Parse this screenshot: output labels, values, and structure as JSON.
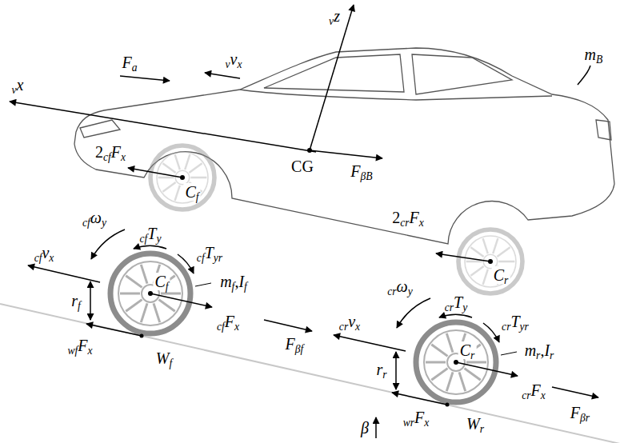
{
  "diagram": {
    "labels": [
      "vz",
      "Fa",
      "vvx",
      "vx",
      "2cfFx",
      "CG",
      "FβB",
      "Cf",
      "mB",
      "2crFx",
      "Cr",
      "cfωy",
      "cfTy",
      "cfTyr",
      "cfvx",
      "Cf",
      "mf,If",
      "crωy",
      "crTy",
      "crTyr",
      "crvx",
      "Cr",
      "mr,Ir",
      "rf",
      "cfFx",
      "Fβf",
      "wfFx",
      "Wf",
      "rr",
      "crFx",
      "Fβr",
      "β",
      "wrFx",
      "Wr"
    ]
  }
}
